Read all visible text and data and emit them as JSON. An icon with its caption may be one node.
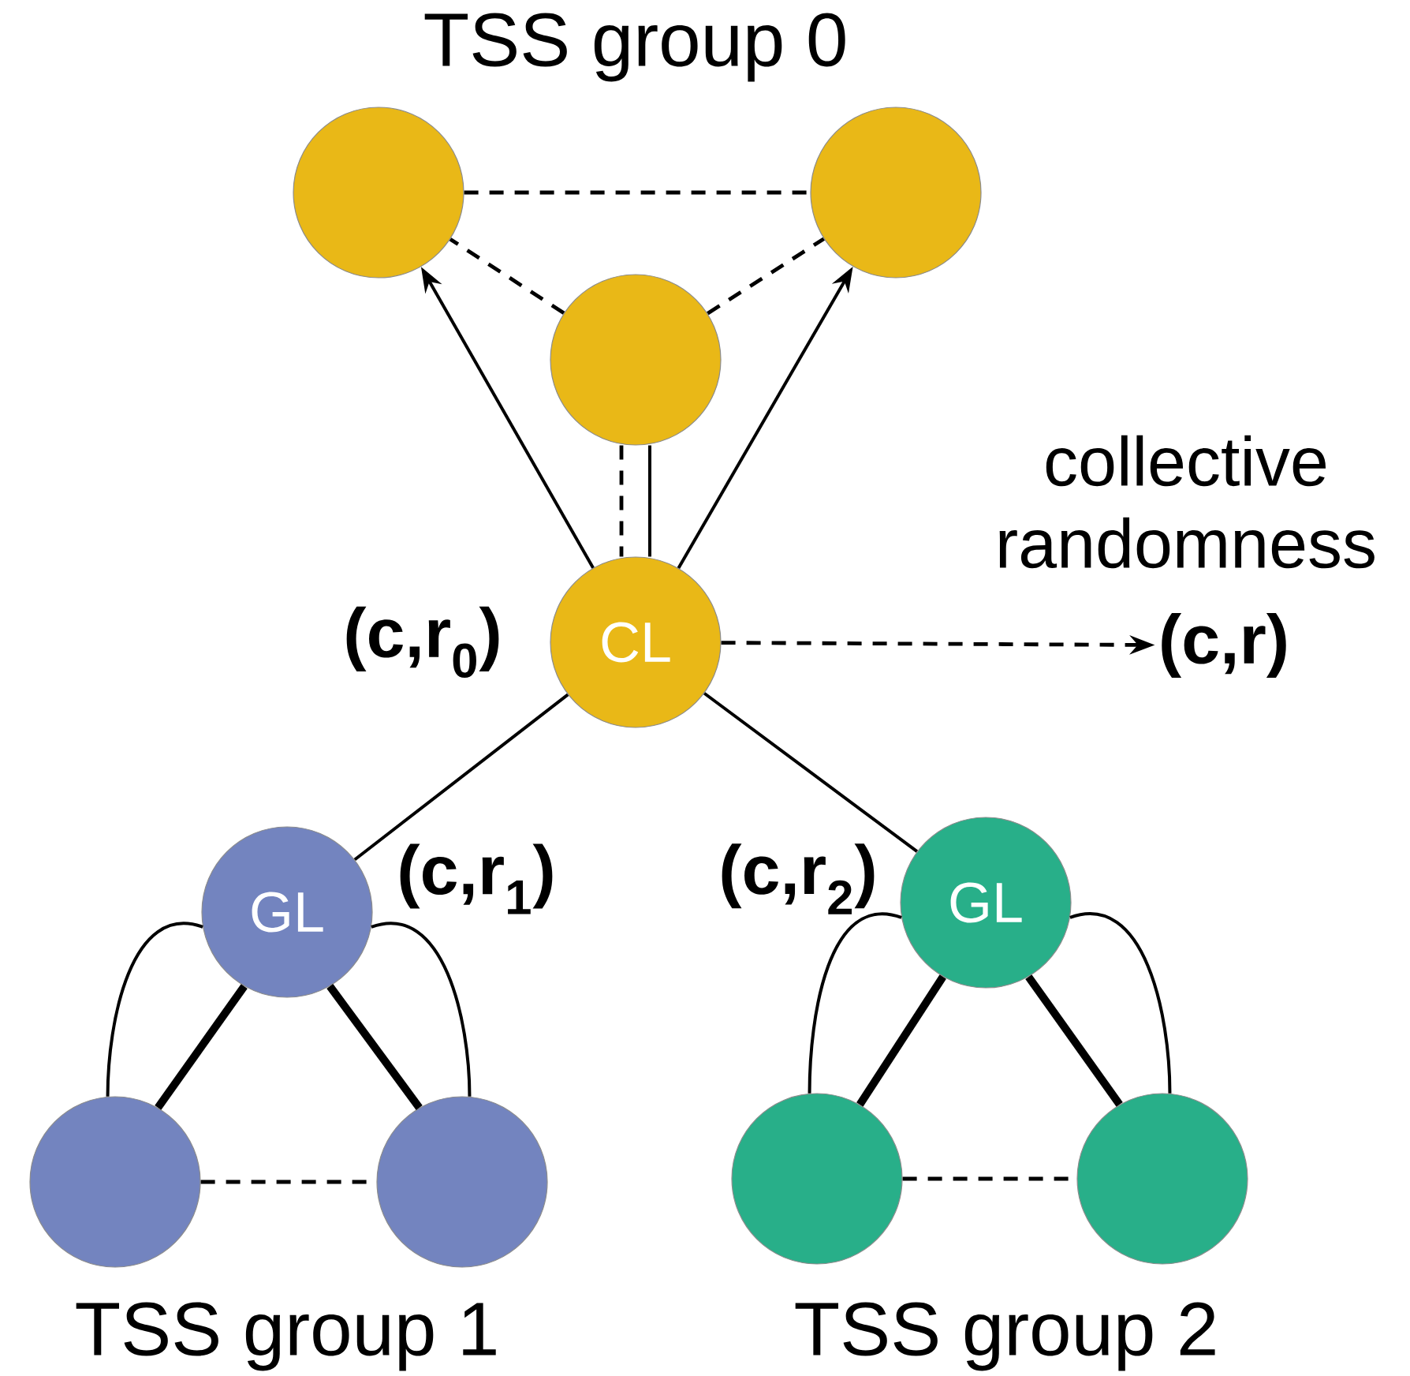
{
  "diagram": {
    "nodes": [
      {
        "text": [],
        "shape": "circle"
      },
      {
        "text": [],
        "shape": "circle"
      },
      {
        "text": [],
        "shape": "circle"
      },
      {
        "text": [
          "CL"
        ],
        "beside": [
          "(c,r$_{0}$)"
        ]
      },
      {
        "text": [
          "(c,r)"
        ]
      },
      {
        "text": [
          "GL"
        ],
        "beside": [
          "(c,r$_{1}$)"
        ]
      },
      {
        "text": [],
        "shape": "circle"
      },
      {
        "text": [],
        "shape": "circle"
      },
      {
        "text": [
          "GL"
        ],
        "beside": [
          "(c,r$_{2}$)"
        ]
      },
      {
        "text": [],
        "shape": "circle"
      },
      {
        "text": [],
        "shape": "circle"
      }
    ],
    "edges": [
      {
        "from": 0,
        "to": 1,
        "arrow": "none",
        "style": "dashed"
      },
      {
        "from": 2,
        "to": 0,
        "arrow": "none",
        "style": "dashed"
      },
      {
        "from": 2,
        "to": 1,
        "arrow": "none",
        "style": "dashed"
      },
      {
        "from": 2,
        "to": 3,
        "arrow": "none",
        "style": "dashed"
      },
      {
        "from": 2,
        "to": 3,
        "arrow": "none"
      },
      {
        "from": 3,
        "to": 0,
        "arrow": "to"
      },
      {
        "from": 3,
        "to": 1,
        "arrow": "to"
      },
      {
        "from": 3,
        "to": 4,
        "arrow": "to",
        "style": "dashed",
        "label": "collective randomness"
      },
      {
        "from": 3,
        "to": 5,
        "arrow": "none"
      },
      {
        "from": 3,
        "to": 8,
        "arrow": "none"
      },
      {
        "from": 5,
        "to": 6,
        "arrow": "none"
      },
      {
        "from": 5,
        "to": 6,
        "arrow": "none",
        "style": "thick"
      },
      {
        "from": 5,
        "to": 7,
        "arrow": "none"
      },
      {
        "from": 5,
        "to": 7,
        "arrow": "none",
        "style": "thick"
      },
      {
        "from": 6,
        "to": 7,
        "arrow": "none",
        "style": "dashed"
      },
      {
        "from": 8,
        "to": 9,
        "arrow": "none"
      },
      {
        "from": 8,
        "to": 9,
        "arrow": "none",
        "style": "thick"
      },
      {
        "from": 8,
        "to": 10,
        "arrow": "none"
      },
      {
        "from": 8,
        "to": 10,
        "arrow": "none",
        "style": "thick"
      },
      {
        "from": 9,
        "to": 10,
        "arrow": "none",
        "style": "dashed"
      }
    ],
    "labels": [
      "TSS group 0",
      "TSS group 1",
      "TSS group 2"
    ]
  }
}
